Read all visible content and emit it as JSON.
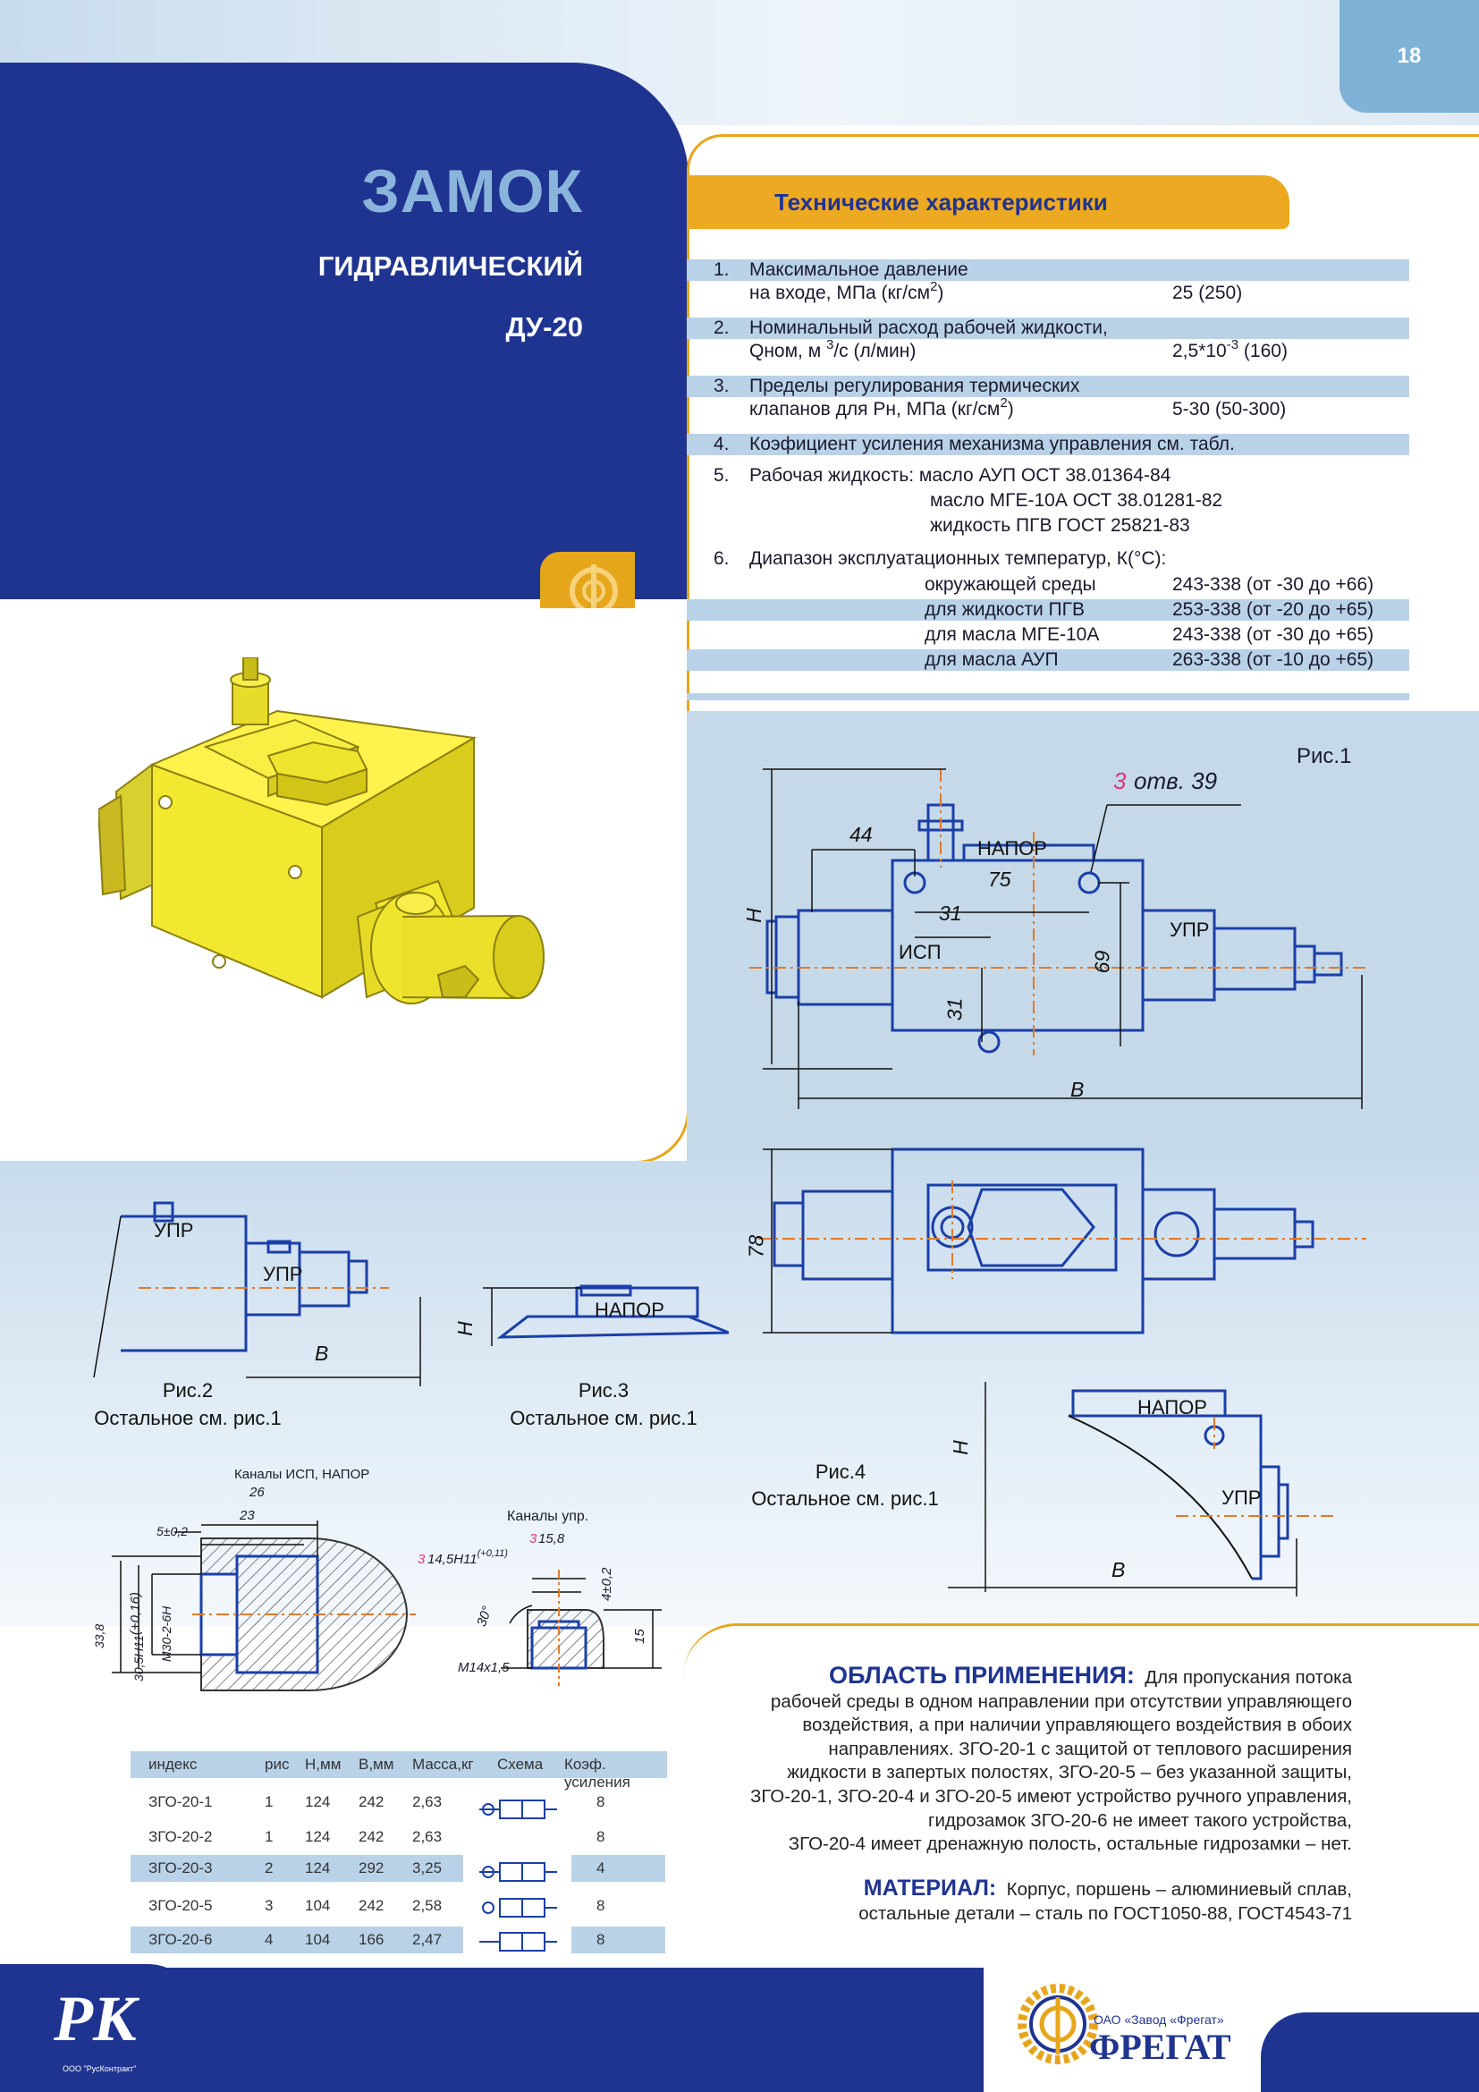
{
  "page_number": "18",
  "title": {
    "main": "ЗАМОК",
    "line2": "ГИДРАВЛИЧЕСКИЙ",
    "line3": "ДУ-20"
  },
  "specs": {
    "header": "Технические характеристики",
    "items": [
      {
        "num": "1.",
        "line1": "Максимальное давление",
        "line2_pre": "на входе, МПа (кг/см",
        "line2_sup": "2",
        "line2_post": ")",
        "value": "25 (250)"
      },
      {
        "num": "2.",
        "line1": "Номинальный расход рабочей жидкости,",
        "line2_pre": "Qном, м ",
        "line2_sup": "3",
        "line2_post": "/с (л/мин)",
        "value_pre": "2,5*10",
        "value_sup": "-3",
        "value_post": " (160)"
      },
      {
        "num": "3.",
        "line1": "Пределы регулирования термических",
        "line2_pre": "клапанов для Рн, МПа (кг/см",
        "line2_sup": "2",
        "line2_post": ")",
        "value": "5-30 (50-300)"
      },
      {
        "num": "4.",
        "line1": "Коэфициент усиления механизма управления см. табл."
      },
      {
        "num": "5.",
        "line1": "Рабочая жидкость: масло АУП ОСТ 38.01364-84",
        "line2": "масло МГЕ-10А ОСТ 38.01281-82",
        "line3": "жидкость ПГВ ГОСТ 25821-83"
      },
      {
        "num": "6.",
        "line1": "Диапазон эксплуатационных температур, К(°С):",
        "temps": [
          {
            "label": "окружающей среды",
            "value": "243-338 (от -30 до +66)"
          },
          {
            "label": "для жидкости ПГВ",
            "value": "253-338 (от -20 до +65)"
          },
          {
            "label": "для масла МГЕ-10А",
            "value": "243-338 (от -30 до +65)"
          },
          {
            "label": "для масла АУП",
            "value": "263-338 (от -10 до +65)"
          }
        ]
      }
    ]
  },
  "fig1": {
    "caption": "Рис.1",
    "holes_count": "3",
    "holes_label": "отв. 39",
    "labels": {
      "napor": "НАПОР",
      "upr": "УПР",
      "isp": "ИСП"
    },
    "dims": {
      "d44": "44",
      "d75": "75",
      "d31a": "31",
      "d31b": "31",
      "d69": "69",
      "H": "H",
      "B": "B",
      "d78": "78"
    }
  },
  "fig2": {
    "caption": "Рис.2",
    "note": "Остальное см. рис.1",
    "labels": {
      "upr1": "УПР",
      "upr2": "УПР",
      "B": "B"
    }
  },
  "fig3": {
    "caption": "Рис.3",
    "note": "Остальное см. рис.1",
    "labels": {
      "napor": "НАПОР",
      "H": "H"
    }
  },
  "fig4": {
    "caption": "Рис.4",
    "note": "Остальное см. рис.1",
    "labels": {
      "napor": "НАПОР",
      "upr": "УПР",
      "H": "H",
      "B": "B"
    }
  },
  "channels1": {
    "title": "Каналы ИСП, НАПОР",
    "d26": "26",
    "d23": "23",
    "d5": "5±0,2",
    "d331": "33,8",
    "d305": "30,5H11",
    "d305_tol": "(+0,16)",
    "thread": "M30-2-6H"
  },
  "channels2": {
    "title": "Каналы упр.",
    "count_a": "3",
    "d145": "14,5H11",
    "d145_tol": "(+0,11)",
    "count_b": "3",
    "d158": "15,8",
    "d4": "4±0,2",
    "d15": "15",
    "angle": "30°",
    "thread": "M14x1,5"
  },
  "table": {
    "headers": [
      "индекс",
      "рис",
      "H,мм",
      "B,мм",
      "Масса,кг",
      "Схема",
      "Коэф. усиления"
    ],
    "rows": [
      [
        "ЗГО-20-1",
        "1",
        "124",
        "242",
        "2,63",
        "8"
      ],
      [
        "ЗГО-20-2",
        "1",
        "124",
        "242",
        "2,63",
        "8"
      ],
      [
        "ЗГО-20-3",
        "2",
        "124",
        "292",
        "3,25",
        "4"
      ],
      [
        "ЗГО-20-5",
        "3",
        "104",
        "242",
        "2,58",
        "8"
      ],
      [
        "ЗГО-20-6",
        "4",
        "104",
        "166",
        "2,47",
        "8"
      ]
    ]
  },
  "application": {
    "heading": "ОБЛАСТЬ ПРИМЕНЕНИЯ:",
    "first": "Для пропускания потока",
    "lines": [
      "рабочей среды в одном направлении при отсутствии управляющего",
      "воздействия, а при наличии управляющего воздействия в обоих",
      "направлениях. ЗГО-20-1 с  защитой от теплового расширения",
      "жидкости в запертых полостях, ЗГО-20-5 – без указанной защиты,",
      "ЗГО-20-1, ЗГО-20-4 и ЗГО-20-5 имеют устройство ручного управления,",
      "гидрозамок ЗГО-20-6 не имеет такого устройства,",
      "ЗГО-20-4 имеет дренажную полость, остальные гидрозамки – нет."
    ]
  },
  "material": {
    "heading": "МАТЕРИАЛ:",
    "line1": "Корпус, поршень – алюминиевый сплав,",
    "line2": "остальные детали – сталь по ГОСТ1050-88, ГОСТ4543-71"
  },
  "footer": {
    "left_logo": "РК",
    "left_company": "ООО \"РусКонтракт\"",
    "right_company": "ОАО «Завод «Фрегат»",
    "right_brand": "ФРЕГАТ"
  },
  "colors": {
    "navy": "#1f3490",
    "amber": "#e6a61c",
    "lightblue": "#b9d2e8",
    "drawing": "#1b3fa8",
    "centerline": "#e07a2a",
    "accent_pink": "#e0337a"
  }
}
